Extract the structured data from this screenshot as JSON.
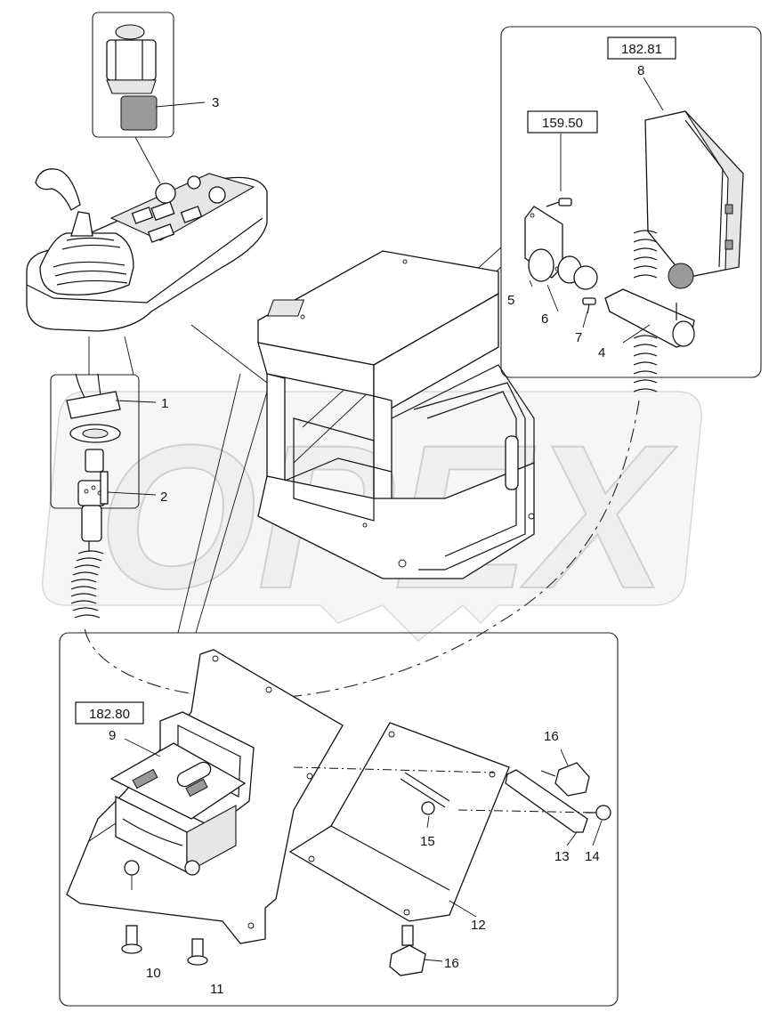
{
  "references": {
    "ref_182_81": "182.81",
    "ref_159_50": "159.50",
    "ref_182_80": "182.80"
  },
  "callouts": {
    "c1": "1",
    "c2": "2",
    "c3": "3",
    "c4": "4",
    "c5": "5",
    "c6": "6",
    "c7": "7",
    "c8": "8",
    "c9": "9",
    "c10": "10",
    "c11": "11",
    "c12": "12",
    "c13": "13",
    "c14": "14",
    "c15": "15",
    "c16a": "16",
    "c16b": "16"
  },
  "watermark": {
    "text": "OPEX",
    "color": "#ececec"
  },
  "colors": {
    "line": "#111111",
    "background": "#ffffff",
    "shade": "#e6e6e6"
  }
}
